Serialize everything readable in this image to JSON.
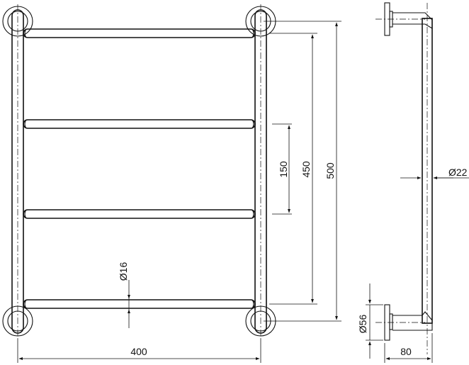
{
  "drawing": {
    "front_view": {
      "rail_spacing_label": "150",
      "rail_span_label": "450",
      "overall_height_label": "500",
      "overall_width_label": "400",
      "rail_diameter_label": "Ø16"
    },
    "side_view": {
      "tube_diameter_label": "Ø22",
      "flange_diameter_label": "Ø56",
      "projection_label": "80"
    }
  },
  "colors": {
    "line": "#111111",
    "background": "#ffffff"
  }
}
